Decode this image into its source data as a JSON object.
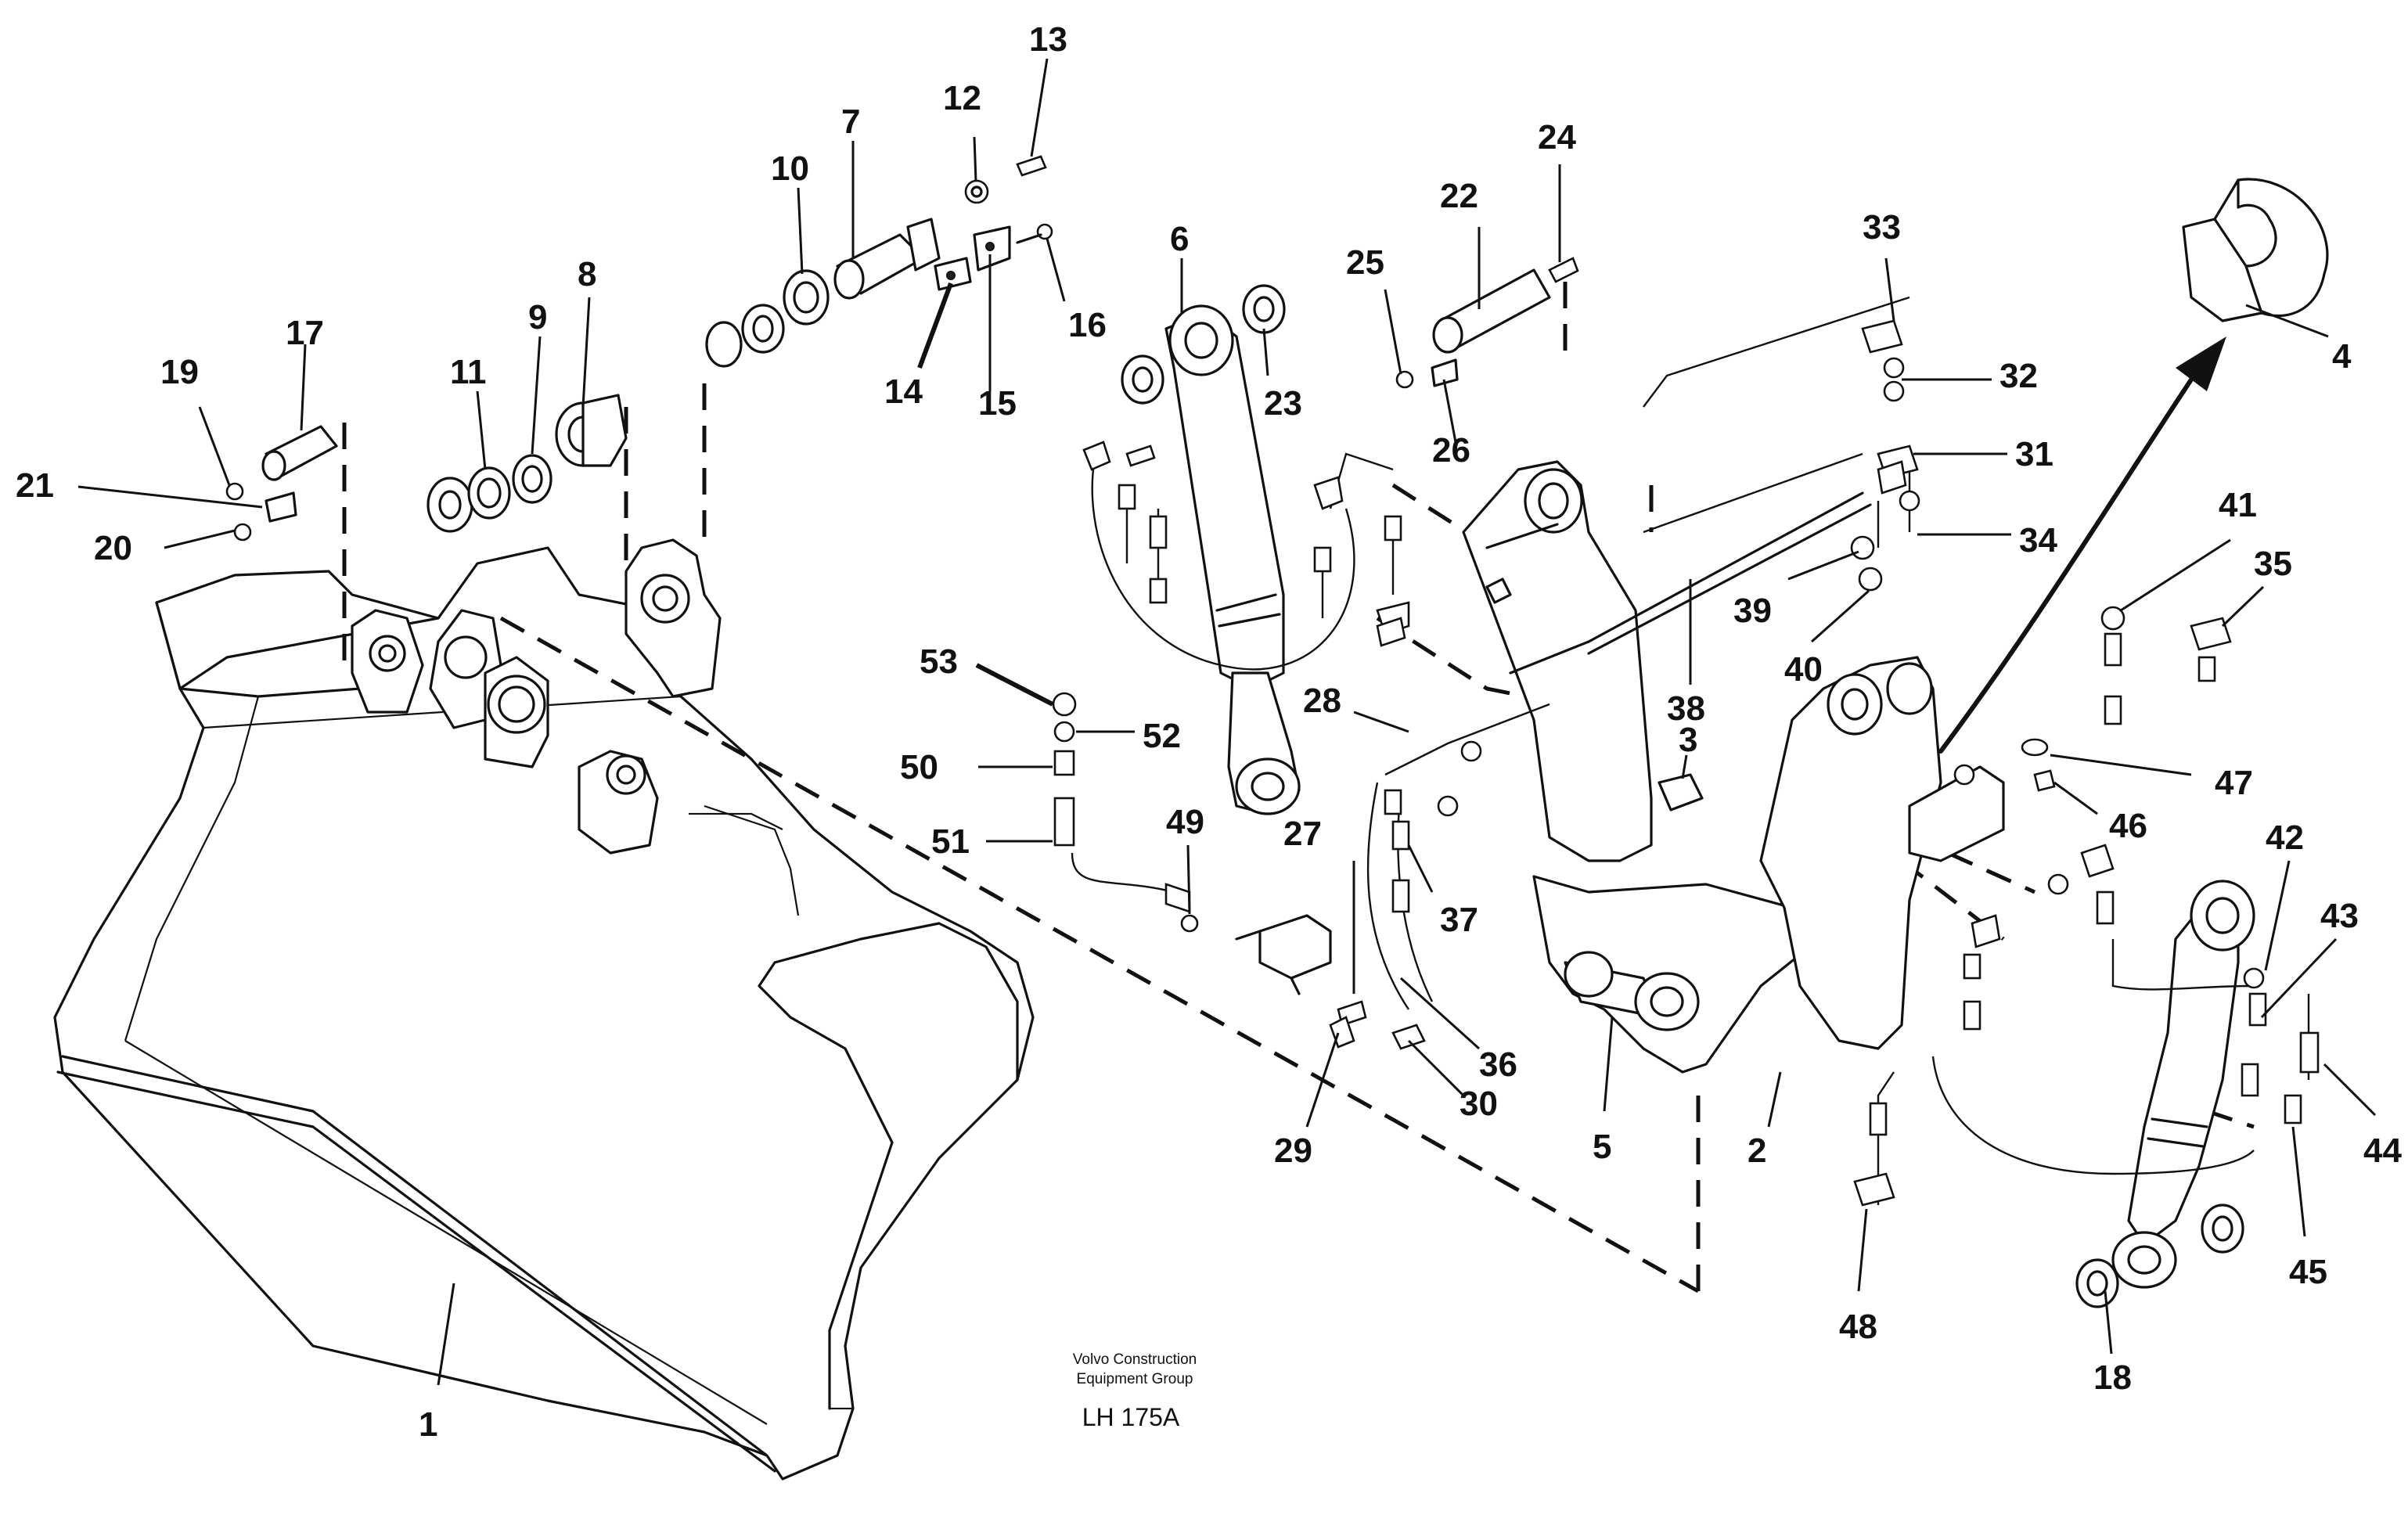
{
  "callouts": {
    "c1": "1",
    "c2": "2",
    "c3": "3",
    "c4": "4",
    "c5": "5",
    "c6": "6",
    "c7": "7",
    "c8": "8",
    "c9": "9",
    "c10": "10",
    "c11": "11",
    "c12": "12",
    "c13": "13",
    "c14": "14",
    "c15": "15",
    "c16": "16",
    "c17": "17",
    "c18": "18",
    "c19": "19",
    "c20": "20",
    "c21": "21",
    "c22": "22",
    "c23": "23",
    "c24": "24",
    "c25": "25",
    "c26": "26",
    "c27": "27",
    "c28": "28",
    "c29": "29",
    "c30": "30",
    "c31": "31",
    "c32": "32",
    "c33": "33",
    "c34": "34",
    "c35": "35",
    "c36": "36",
    "c37": "37",
    "c38": "38",
    "c39": "39",
    "c40": "40",
    "c41": "41",
    "c42": "42",
    "c43": "43",
    "c44": "44",
    "c45": "45",
    "c46": "46",
    "c47": "47",
    "c48": "48",
    "c49": "49",
    "c50": "50",
    "c51": "51",
    "c52": "52",
    "c53": "53"
  },
  "caption": {
    "line1": "Volvo Construction",
    "line2": "Equipment Group",
    "code": "LH 175A"
  }
}
